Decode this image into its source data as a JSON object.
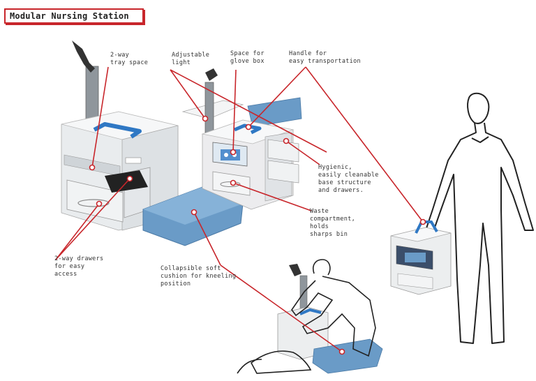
{
  "title": "Modular Nursing Station",
  "colors": {
    "accent_red": "#c8262b",
    "cushion_blue": "#6a9bc7",
    "handle_blue": "#2f78c4",
    "unit_white": "#eef0f1",
    "post_gray": "#8a9096"
  },
  "labels": {
    "tray": "2-way\ntray space",
    "light": "Adjustable\nlight",
    "glove": "Space for\nglove box",
    "handle": "Handle for\neasy transportation",
    "hygienic": "Hygienic,\neasily cleanable\nbase structure\nand drawers.",
    "waste": "Waste\ncompartment,\nholds\nsharps bin",
    "drawers": "2-way drawers\nfor easy\naccess",
    "cushion": "Collapsible soft\ncushion for kneeling\nposition"
  }
}
